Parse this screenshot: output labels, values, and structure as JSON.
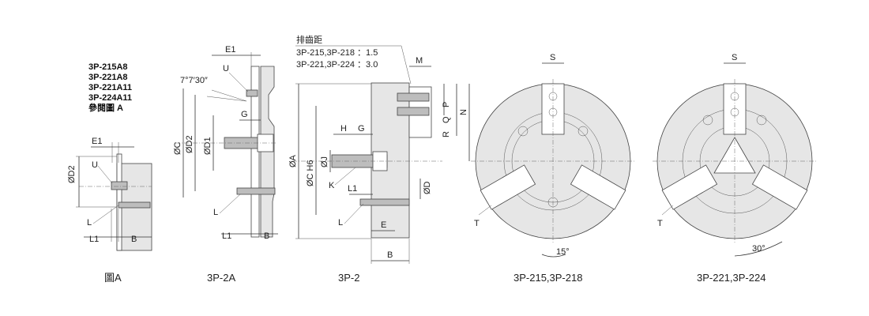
{
  "models": {
    "lines": [
      "3P-215A8",
      "3P-221A8",
      "3P-221A11",
      "3P-224A11"
    ],
    "ref": "參閱圖 A"
  },
  "pitch": {
    "title": "排齒距",
    "row1": "3P-215,3P-218 ：1.5",
    "row2": "3P-221,3P-224 ：3.0"
  },
  "labels": {
    "E1": "E1",
    "U": "U",
    "L": "L",
    "L1": "L1",
    "B": "B",
    "OD2": "ØD2",
    "OD1": "ØD1",
    "OC": "ØC",
    "OA": "ØA",
    "OD": "ØD",
    "OC_H6": "ØC  H6",
    "OJ": "ØJ",
    "K": "K",
    "H": "H",
    "G": "G",
    "E": "E",
    "M": "M",
    "N": "N",
    "P": "P",
    "Q": "Q",
    "R": "R",
    "S": "S",
    "T": "T",
    "angle_taper": "7°7′30″",
    "angle15": "15°",
    "angle30": "30°"
  },
  "captions": {
    "figA": "圖A",
    "p2a": "3P-2A",
    "p2": "3P-2",
    "c215": "3P-215,3P-218",
    "c221": "3P-221,3P-224"
  }
}
